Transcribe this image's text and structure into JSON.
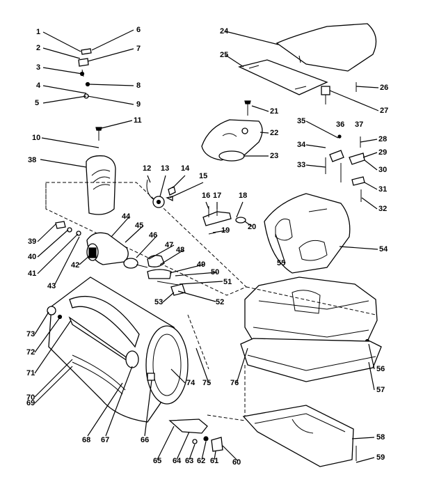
{
  "diagram": {
    "callouts": [
      {
        "id": "1",
        "text": "1"
      },
      {
        "id": "2",
        "text": "2"
      },
      {
        "id": "3",
        "text": "3"
      },
      {
        "id": "4",
        "text": "4"
      },
      {
        "id": "5",
        "text": "5"
      },
      {
        "id": "6",
        "text": "6"
      },
      {
        "id": "7",
        "text": "7"
      },
      {
        "id": "8",
        "text": "8"
      },
      {
        "id": "9",
        "text": "9"
      },
      {
        "id": "10",
        "text": "10"
      },
      {
        "id": "11",
        "text": "11"
      },
      {
        "id": "12",
        "text": "12"
      },
      {
        "id": "13",
        "text": "13"
      },
      {
        "id": "14",
        "text": "14"
      },
      {
        "id": "15",
        "text": "15"
      },
      {
        "id": "16",
        "text": "16"
      },
      {
        "id": "17",
        "text": "17"
      },
      {
        "id": "18",
        "text": "18"
      },
      {
        "id": "19",
        "text": "19"
      },
      {
        "id": "20",
        "text": "20"
      },
      {
        "id": "21",
        "text": "21"
      },
      {
        "id": "22",
        "text": "22"
      },
      {
        "id": "23",
        "text": "23"
      },
      {
        "id": "24",
        "text": "24"
      },
      {
        "id": "25",
        "text": "25"
      },
      {
        "id": "26",
        "text": "26"
      },
      {
        "id": "27",
        "text": "27"
      },
      {
        "id": "28",
        "text": "28"
      },
      {
        "id": "29",
        "text": "29"
      },
      {
        "id": "30",
        "text": "30"
      },
      {
        "id": "31",
        "text": "31"
      },
      {
        "id": "32",
        "text": "32"
      },
      {
        "id": "33",
        "text": "33"
      },
      {
        "id": "34",
        "text": "34"
      },
      {
        "id": "35",
        "text": "35"
      },
      {
        "id": "36",
        "text": "36"
      },
      {
        "id": "37",
        "text": "37"
      },
      {
        "id": "38",
        "text": "38"
      },
      {
        "id": "39",
        "text": "39"
      },
      {
        "id": "40",
        "text": "40"
      },
      {
        "id": "41",
        "text": "41"
      },
      {
        "id": "42",
        "text": "42"
      },
      {
        "id": "43",
        "text": "43"
      },
      {
        "id": "44",
        "text": "44"
      },
      {
        "id": "45",
        "text": "45"
      },
      {
        "id": "46",
        "text": "46"
      },
      {
        "id": "47",
        "text": "47"
      },
      {
        "id": "48",
        "text": "48"
      },
      {
        "id": "49",
        "text": "49"
      },
      {
        "id": "50",
        "text": "50"
      },
      {
        "id": "51",
        "text": "51"
      },
      {
        "id": "52",
        "text": "52"
      },
      {
        "id": "53",
        "text": "53"
      },
      {
        "id": "54",
        "text": "54"
      },
      {
        "id": "55",
        "text": "55"
      },
      {
        "id": "56",
        "text": "56"
      },
      {
        "id": "57",
        "text": "57"
      },
      {
        "id": "58",
        "text": "58"
      },
      {
        "id": "59",
        "text": "59"
      },
      {
        "id": "60",
        "text": "60"
      },
      {
        "id": "61",
        "text": "61"
      },
      {
        "id": "62",
        "text": "62"
      },
      {
        "id": "63",
        "text": "63"
      },
      {
        "id": "64",
        "text": "64"
      },
      {
        "id": "65",
        "text": "65"
      },
      {
        "id": "66",
        "text": "66"
      },
      {
        "id": "67",
        "text": "67"
      },
      {
        "id": "68",
        "text": "68"
      },
      {
        "id": "69",
        "text": "69"
      },
      {
        "id": "70",
        "text": "70"
      },
      {
        "id": "71",
        "text": "71"
      },
      {
        "id": "72",
        "text": "72"
      },
      {
        "id": "73",
        "text": "73"
      },
      {
        "id": "74",
        "text": "74"
      },
      {
        "id": "75",
        "text": "75"
      },
      {
        "id": "76",
        "text": "76"
      }
    ],
    "colors": {
      "ink": "#000000",
      "paper": "#ffffff"
    }
  }
}
